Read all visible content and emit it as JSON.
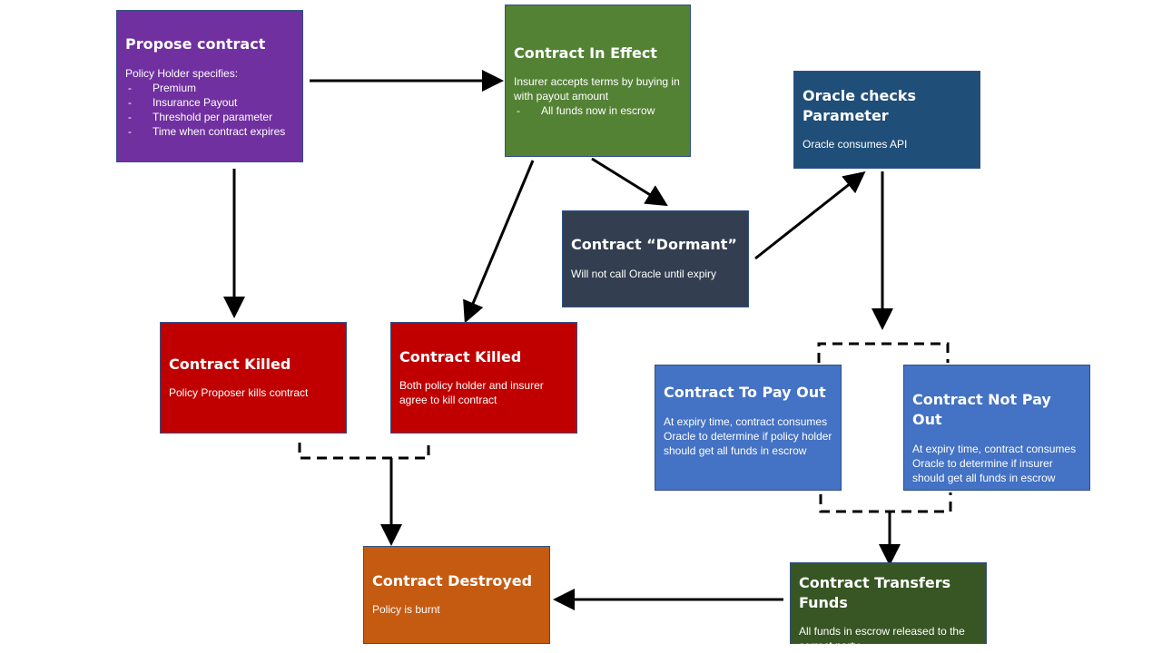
{
  "colors": {
    "propose": "#7030a0",
    "effect": "#548235",
    "oracle": "#1f4e79",
    "dormant": "#333f50",
    "killed": "#c00000",
    "payout": "#4472c4",
    "destroyed": "#c55a11",
    "transfer": "#375623",
    "arrow": "#000000"
  },
  "nodes": {
    "propose": {
      "title": "Propose contract",
      "body": "Policy Holder specifies:",
      "items": [
        "Premium",
        "Insurance Payout",
        "Threshold per parameter",
        "Time when contract expires"
      ]
    },
    "effect": {
      "title": "Contract In Effect",
      "body": "Insurer accepts terms by buying in with payout amount",
      "items": [
        "All funds now in escrow"
      ]
    },
    "oracle": {
      "title": "Oracle checks Parameter",
      "body": "Oracle consumes API"
    },
    "dormant": {
      "title": "Contract “Dormant”",
      "body": "Will not call Oracle until expiry"
    },
    "killed_proposer": {
      "title": "Contract Killed",
      "body": "Policy Proposer kills contract"
    },
    "killed_both": {
      "title": "Contract Killed",
      "body": "Both policy holder and insurer agree to kill contract"
    },
    "pay_out": {
      "title": "Contract To Pay Out",
      "body": "At expiry time, contract consumes Oracle to determine if policy holder should get all funds in escrow"
    },
    "not_pay_out": {
      "title": "Contract Not Pay Out",
      "body": "At expiry time, contract consumes Oracle to determine if insurer should get all funds in escrow"
    },
    "destroyed": {
      "title": "Contract Destroyed",
      "body": "Policy is burnt"
    },
    "transfer": {
      "title": "Contract Transfers Funds",
      "body": "All funds in escrow released to the correct party"
    }
  }
}
